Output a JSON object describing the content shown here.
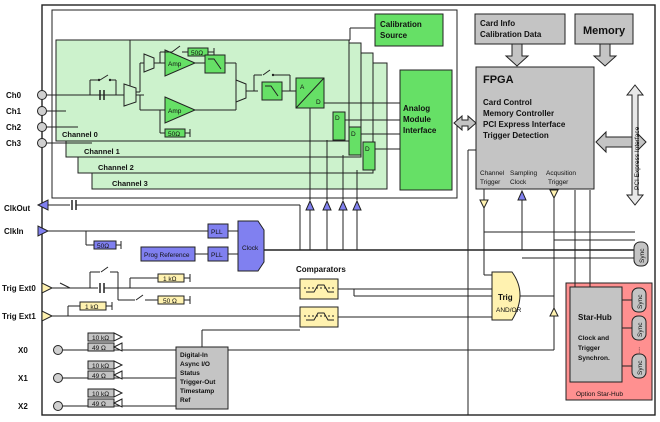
{
  "channels": {
    "inputs": [
      "Ch0",
      "Ch1",
      "Ch2",
      "Ch3"
    ],
    "cards": [
      "Channel 0",
      "Channel 1",
      "Channel 2",
      "Channel 3"
    ]
  },
  "frontend": {
    "amp1": "Amp",
    "amp2": "Amp",
    "r50_top": "50Ω",
    "r50_bottom": "50Ω",
    "adc_a": "A",
    "adc_d": "D",
    "d_labels": [
      "D",
      "D",
      "D"
    ]
  },
  "calibration": {
    "line1": "Calibration",
    "line2": "Source"
  },
  "analog_module": {
    "line1": "Analog",
    "line2": "Module",
    "line3": "Interface"
  },
  "cardinfo": {
    "line1": "Card Info",
    "line2": "Calibration Data"
  },
  "memory": {
    "label": "Memory"
  },
  "fpga": {
    "title": "FPGA",
    "lines": [
      "Card Control",
      "Memory Controller",
      "PCI Express Interface",
      "Trigger Detection"
    ],
    "channel_trigger": [
      "Channel",
      "Trigger"
    ],
    "sampling_clock": [
      "Sampling",
      "Clock"
    ],
    "acquisition_trigger": [
      "Acqusition",
      "Trigger"
    ]
  },
  "pcie": {
    "label": "PCI Express Interface"
  },
  "clock": {
    "clkout": "ClkOut",
    "clkin": "ClkIn",
    "r50": "50Ω",
    "pll1": "PLL",
    "pll2": "PLL",
    "prog_ref": "Prog Reference",
    "clock_label": "Clock"
  },
  "trigger": {
    "ext0": "Trig Ext0",
    "ext1": "Trig Ext1",
    "r1k_a": "1 kΩ",
    "r1k_b": "1 kΩ",
    "r50": "50 Ω",
    "comparators": "Comparators",
    "trig_label": "Trig",
    "andor": "AND/OR"
  },
  "digital": {
    "inputs": [
      "X0",
      "X1",
      "X2"
    ],
    "r10k": "10 kΩ",
    "r49": "49 Ω",
    "box_lines": [
      "Digital-In",
      "Async I/O",
      "Status",
      "Trigger-Out",
      "Timestamp",
      "Ref"
    ]
  },
  "starhub": {
    "title": "Star-Hub",
    "lines": [
      "Clock and",
      "Trigger",
      "Synchron."
    ],
    "option": "Option Star-Hub",
    "sync": "Sync",
    "dots": "⋮"
  },
  "colors": {
    "green_light": "#ccf2cc",
    "green_mid": "#66e066",
    "gray": "#c4c4c4",
    "clock_blue": "#8080f0",
    "comparator_yellow": "#fff2b0",
    "starhub_red": "#ff9090"
  }
}
